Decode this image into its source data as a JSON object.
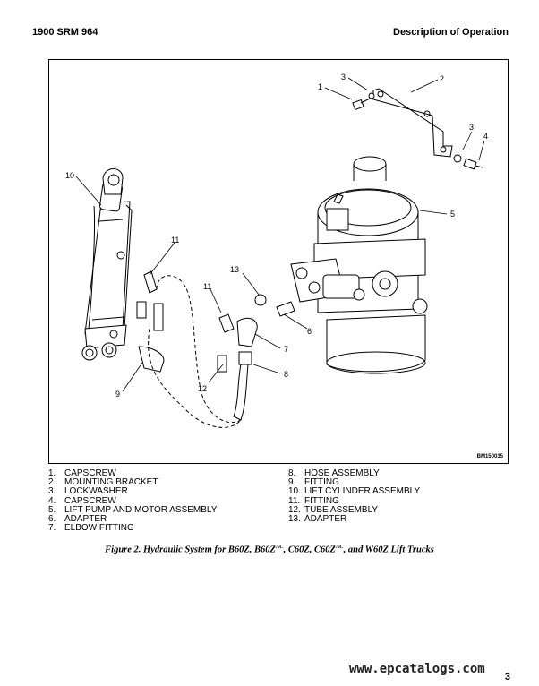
{
  "header": {
    "left": "1900 SRM 964",
    "right": "Description of Operation"
  },
  "figure": {
    "drawing_code": "BM150035",
    "callouts": [
      "1",
      "2",
      "3",
      "3",
      "4",
      "5",
      "6",
      "7",
      "8",
      "9",
      "10",
      "11",
      "11",
      "12",
      "13"
    ]
  },
  "legend_left": [
    {
      "num": "1.",
      "text": "CAPSCREW"
    },
    {
      "num": "2.",
      "text": "MOUNTING BRACKET"
    },
    {
      "num": "3.",
      "text": "LOCKWASHER"
    },
    {
      "num": "4.",
      "text": "CAPSCREW"
    },
    {
      "num": "5.",
      "text": "LIFT PUMP AND MOTOR ASSEMBLY"
    },
    {
      "num": "6.",
      "text": "ADAPTER"
    },
    {
      "num": "7.",
      "text": "ELBOW FITTING"
    }
  ],
  "legend_right": [
    {
      "num": "8.",
      "text": "HOSE ASSEMBLY"
    },
    {
      "num": "9.",
      "text": "FITTING"
    },
    {
      "num": "10.",
      "text": "LIFT CYLINDER ASSEMBLY"
    },
    {
      "num": "11.",
      "text": "FITTING"
    },
    {
      "num": "12.",
      "text": "TUBE ASSEMBLY"
    },
    {
      "num": "13.",
      "text": "ADAPTER"
    }
  ],
  "caption": {
    "part1": "Figure 2. Hydraulic System for B60Z, B60Z",
    "sup1": "AC",
    "part2": ", C60Z, C60Z",
    "sup2": "AC",
    "part3": ", and W60Z Lift Trucks"
  },
  "watermark": "www.epcatalogs.com",
  "page_number": "3"
}
